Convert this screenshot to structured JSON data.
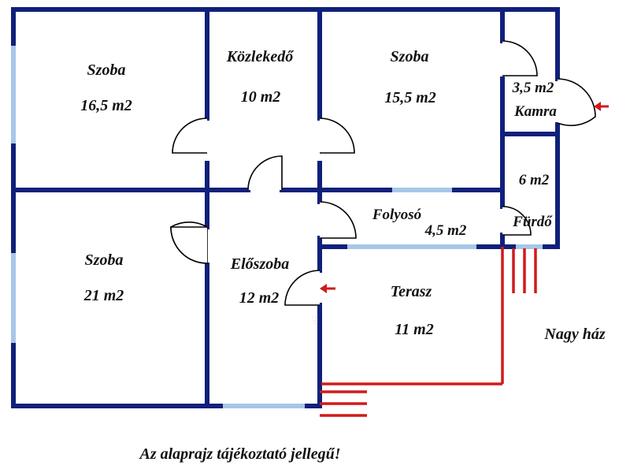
{
  "rooms": {
    "szoba_top_left": {
      "name": "Szoba",
      "area": "16,5 m2"
    },
    "kozlekedo": {
      "name": "Közlekedő",
      "area": "10 m2"
    },
    "szoba_top_right": {
      "name": "Szoba",
      "area": "15,5 m2"
    },
    "kamra": {
      "name": "Kamra",
      "area": "3,5 m2"
    },
    "furdo": {
      "name": "Fürdő",
      "area": "6 m2"
    },
    "folyoso": {
      "name": "Folyosó",
      "area": "4,5 m2"
    },
    "szoba_bottom_left": {
      "name": "Szoba",
      "area": "21 m2"
    },
    "eloszoba": {
      "name": "Előszoba",
      "area": "12 m2"
    },
    "terasz": {
      "name": "Terasz",
      "area": "11 m2"
    }
  },
  "labels": {
    "nagy_haz": "Nagy ház",
    "disclaimer": "Az alaprajz tájékoztató jellegű!"
  },
  "colors": {
    "wall": "#10207a",
    "window": "#a7c7e7",
    "terrace_outline": "#d11a1a",
    "entrance_arrow": "#d11a1a"
  },
  "icons": {
    "entrance_arrow_kamra": "arrow-left-icon",
    "entrance_arrow_eloszoba": "arrow-left-icon"
  }
}
